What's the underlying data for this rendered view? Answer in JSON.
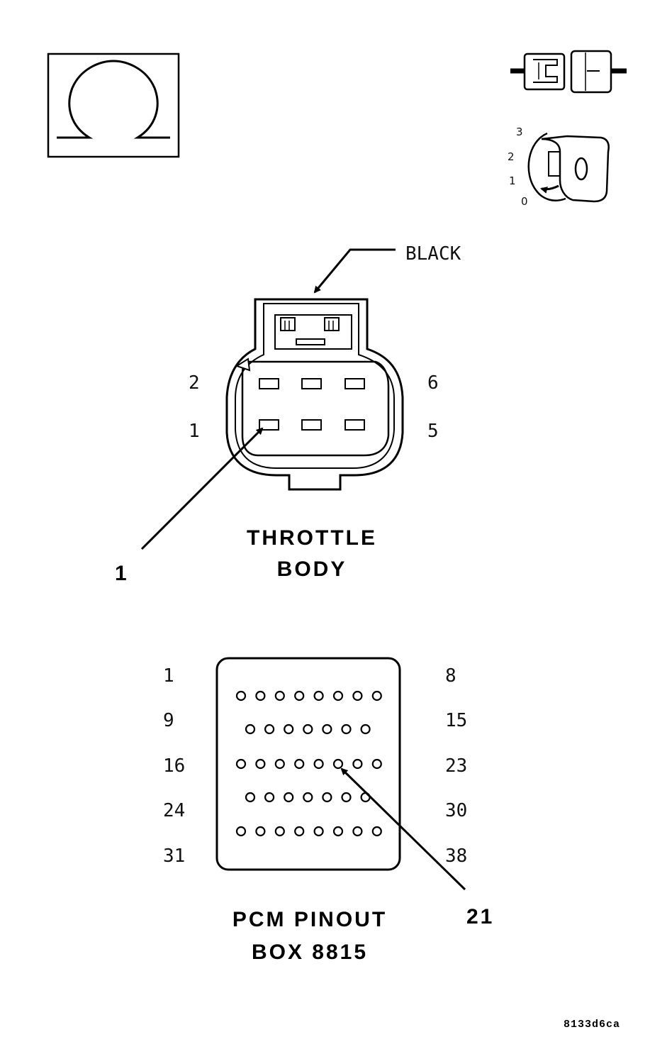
{
  "meter_symbol": "ohmmeter-icon",
  "ignition_positions": [
    "3",
    "2",
    "1",
    "0"
  ],
  "throttle_connector": {
    "color_label": "BLACK",
    "pin_labels": {
      "top_left": "2",
      "bottom_left": "1",
      "top_right": "6",
      "bottom_right": "5"
    },
    "title_line1": "THROTTLE",
    "title_line2": "BODY",
    "callout": "1"
  },
  "pcm_box": {
    "row_left_labels": [
      "1",
      "9",
      "16",
      "24",
      "31"
    ],
    "row_right_labels": [
      "8",
      "15",
      "23",
      "30",
      "38"
    ],
    "row_hole_counts": [
      8,
      7,
      8,
      7,
      8
    ],
    "title_line1": "PCM PINOUT",
    "title_line2": "BOX 8815",
    "callout": "21"
  },
  "figure_code": "8133d6ca"
}
